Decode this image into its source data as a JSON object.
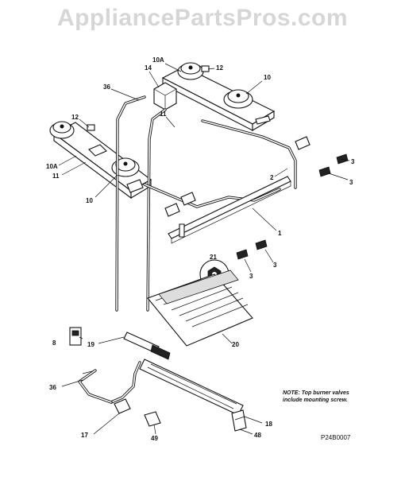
{
  "watermark": "AppliancePartsPros.com",
  "callouts": {
    "c1": "1",
    "c2": "2",
    "c3a": "3",
    "c3b": "3",
    "c3c": "3",
    "c3d": "3",
    "c8": "8",
    "c10a": "10",
    "c10b": "10",
    "c10A_a": "10A",
    "c10A_b": "10A",
    "c11a": "11",
    "c11b": "11",
    "c12a": "12",
    "c12b": "12",
    "c14": "14",
    "c17": "17",
    "c18": "18",
    "c19": "19",
    "c20": "20",
    "c21": "21",
    "c36a": "36",
    "c36b": "36",
    "c48": "48",
    "c49": "49"
  },
  "note": {
    "line1": "NOTE: Top burner valves",
    "line2": "include mounting screw."
  },
  "diagram_code": "P24B0007"
}
